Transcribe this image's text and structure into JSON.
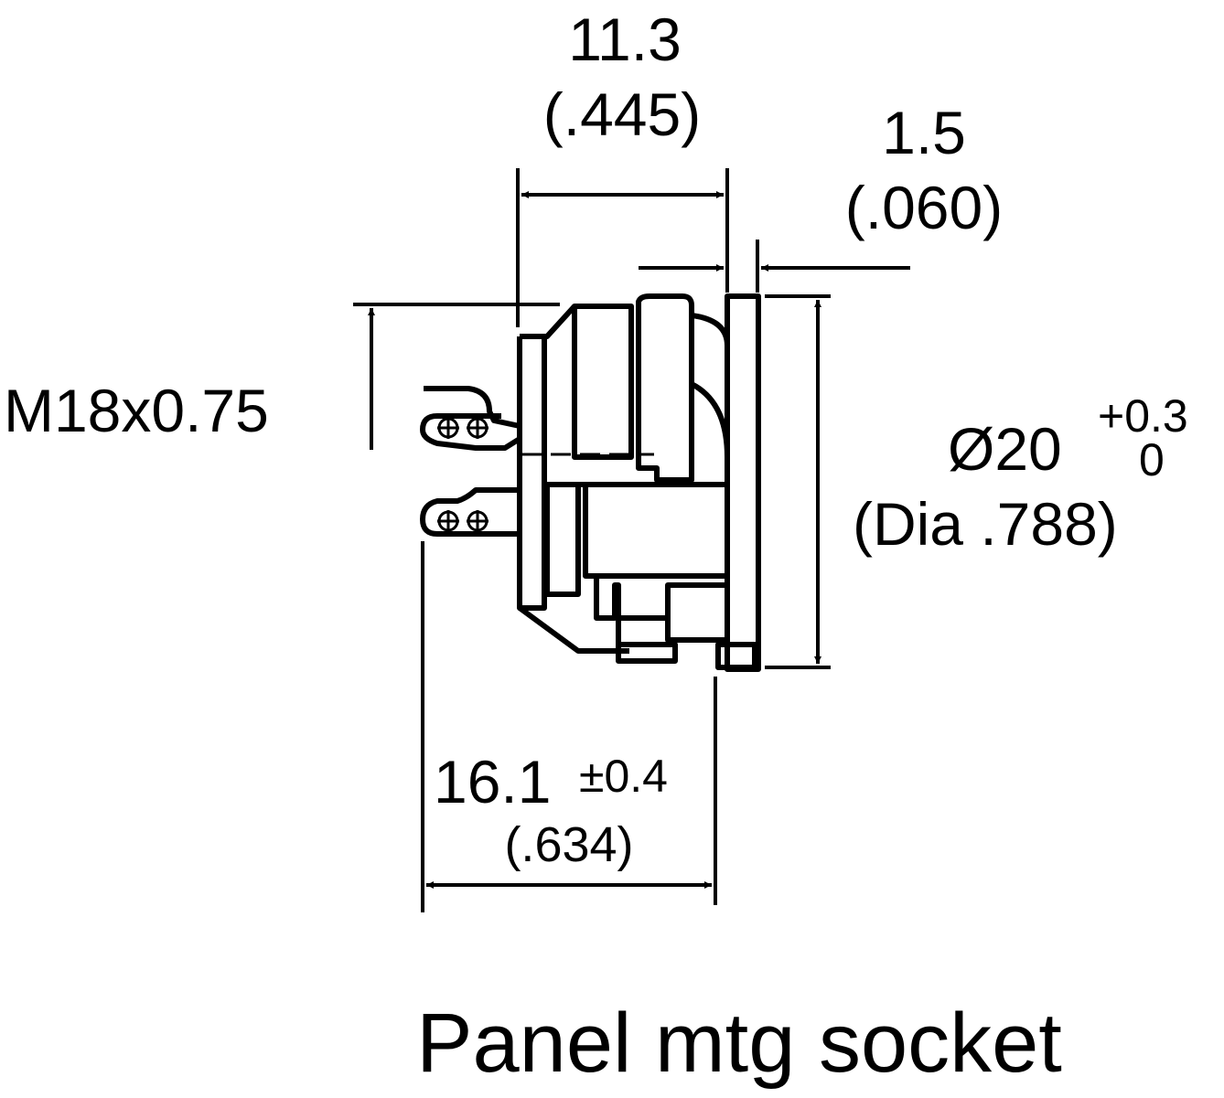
{
  "dimensions": {
    "width_mm": "11.3",
    "width_in": "(.445)",
    "flange_mm": "1.5",
    "flange_in": "(.060)",
    "thread": "M18x0.75",
    "dia_symbol_value": "Ø20",
    "dia_tol_upper": "+0.3",
    "dia_tol_lower": "0",
    "dia_in": "(Dia .788)",
    "length_mm": "16.1",
    "length_tol": "±0.4",
    "length_in": "(.634)"
  },
  "caption": "Panel mtg socket",
  "colors": {
    "line": "#000000",
    "background": "#ffffff"
  }
}
